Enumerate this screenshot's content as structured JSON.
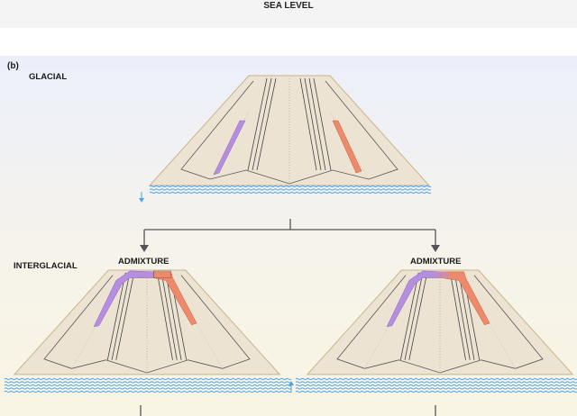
{
  "top": {
    "sea_level_label": "SEA LEVEL"
  },
  "panel_b": {
    "label": "(b)",
    "glacial_label": "GLACIAL",
    "interglacial_label": "INTERGLACIAL",
    "admixture_left_label": "ADMIXTURE",
    "admixture_right_label": "ADMIXTURE",
    "glacial_sea_level_arrow": "down",
    "interglacial_sea_level_arrow": "up"
  },
  "colors": {
    "mountain": "#ece3d3",
    "mountain_edge": "#c8b48f",
    "lineage_a": "#b58ee0",
    "lineage_b": "#ee8a6c",
    "water": "#4aa3f0",
    "arrow": "#555555"
  }
}
